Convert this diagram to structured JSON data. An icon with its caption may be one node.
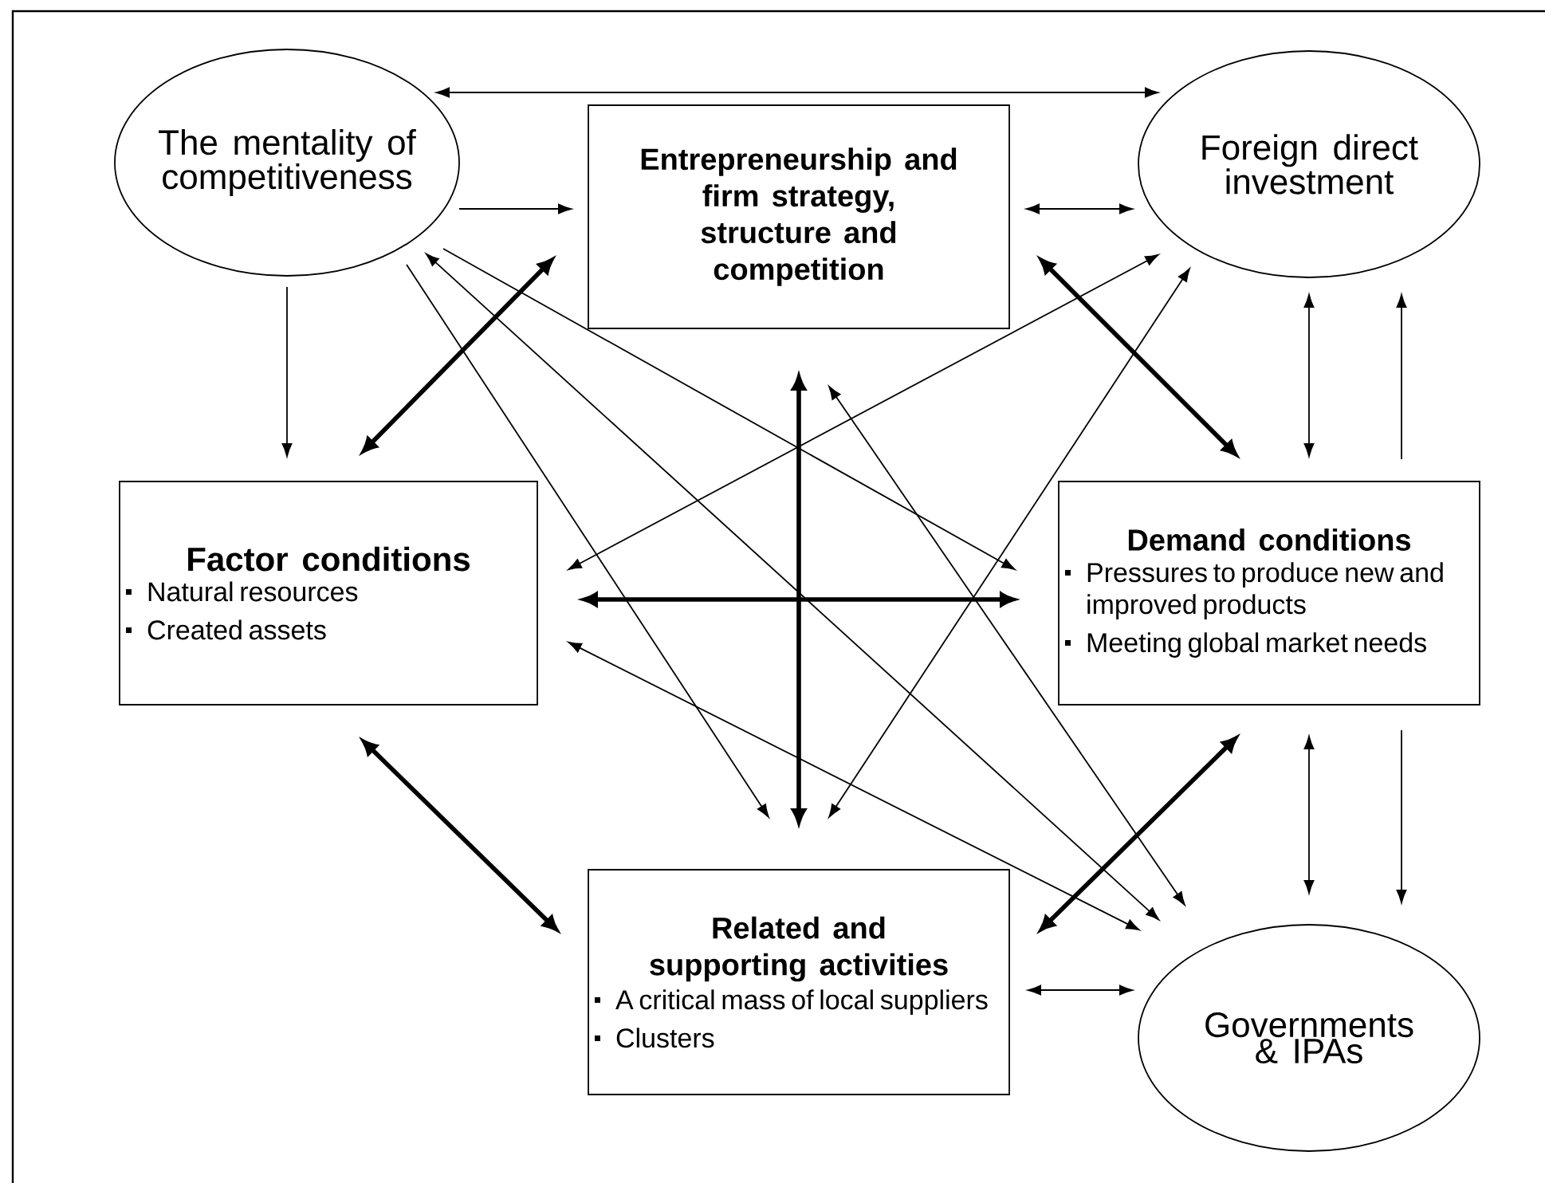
{
  "diagram": {
    "nodes": [
      {
        "text": [
          "The mentality of competitiveness"
        ]
      },
      {
        "text": [
          "Entrepreneurship and firm strategy, structure and competition"
        ]
      },
      {
        "text": [
          "Foreign direct investment"
        ]
      },
      {
        "text": [
          "Factor conditions",
          "Natural resources",
          "Created assets"
        ]
      },
      {
        "text": [
          "Demand conditions",
          "Pressures to produce new and improved products",
          "Meeting global market needs"
        ]
      },
      {
        "text": [
          "Related and supporting activities",
          "A critical mass of local suppliers",
          "Clusters"
        ]
      },
      {
        "text": [
          "Governments & IPAs"
        ]
      }
    ],
    "edges": [
      {
        "from": 0,
        "to": 2,
        "arrow": "both"
      },
      {
        "from": 0,
        "to": 1,
        "arrow": "to"
      },
      {
        "from": 1,
        "to": 2,
        "arrow": "both"
      },
      {
        "from": 0,
        "to": 3,
        "arrow": "to"
      },
      {
        "from": 1,
        "to": 3,
        "arrow": "both",
        "style": "thick"
      },
      {
        "from": 1,
        "to": 4,
        "arrow": "both",
        "style": "thick"
      },
      {
        "from": 2,
        "to": 4,
        "arrow": "both"
      },
      {
        "from": 4,
        "to": 2,
        "arrow": "to"
      },
      {
        "from": 3,
        "to": 4,
        "arrow": "both",
        "style": "thick"
      },
      {
        "from": 1,
        "to": 5,
        "arrow": "both",
        "style": "thick"
      },
      {
        "from": 3,
        "to": 5,
        "arrow": "both",
        "style": "thick"
      },
      {
        "from": 4,
        "to": 5,
        "arrow": "both",
        "style": "thick"
      },
      {
        "from": 4,
        "to": 6,
        "arrow": "both"
      },
      {
        "from": 4,
        "to": 6,
        "arrow": "to"
      },
      {
        "from": 5,
        "to": 6,
        "arrow": "both"
      },
      {
        "from": 0,
        "to": 5,
        "arrow": "to"
      },
      {
        "from": 0,
        "to": 6,
        "arrow": "both"
      },
      {
        "from": 0,
        "to": 4,
        "arrow": "to"
      },
      {
        "from": 3,
        "to": 2,
        "arrow": "both"
      },
      {
        "from": 2,
        "to": 5,
        "arrow": "both"
      },
      {
        "from": 1,
        "to": 6,
        "arrow": "both"
      },
      {
        "from": 3,
        "to": 6,
        "arrow": "both"
      }
    ]
  }
}
